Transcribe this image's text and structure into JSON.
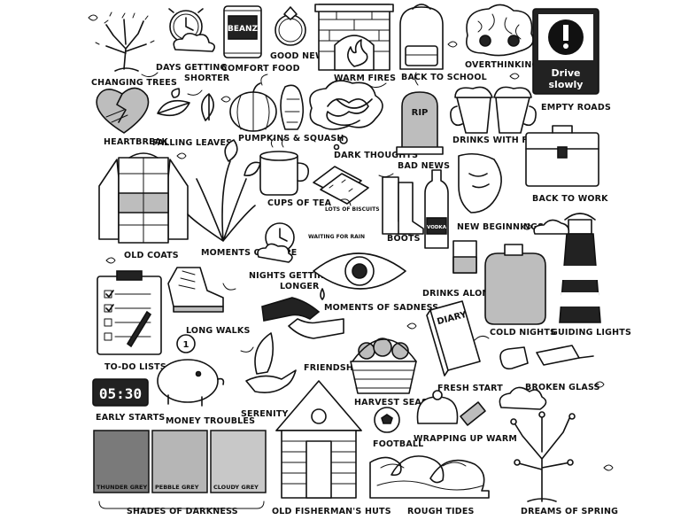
{
  "labels": {
    "changing_trees": "CHANGING TREES",
    "days_shorter_1": "DAYS GETTING",
    "days_shorter_2": "SHORTER",
    "comfort_food": "COMFORT FOOD",
    "good_news": "GOOD NEWS",
    "warm_fires": "WARM FIRES",
    "back_to_school": "BACK TO SCHOOL",
    "overthinking": "OVERTHINKING",
    "empty_roads": "EMPTY ROADS",
    "heartbreak": "HEARTBREAK",
    "falling_leaves": "FALLING LEAVES",
    "pumpkins": "PUMPKINS & SQUASH",
    "dark_thoughts": "DARK THOUGHTS",
    "bad_news": "BAD NEWS",
    "drinks_friends": "DRINKS WITH FRIENDS",
    "back_to_work": "BACK TO WORK",
    "cups_of_tea": "CUPS OF TEA",
    "lots_of_biscuits": "LOTS OF BISCUITS",
    "old_coats": "OLD COATS",
    "moments_of_hope": "MOMENTS OF HOPE",
    "waiting_for_rain": "WAITING FOR RAIN",
    "boots": "BOOTS",
    "new_beginnings": "NEW BEGINNINGS",
    "nights_longer_1": "NIGHTS GETTING",
    "nights_longer_2": "LONGER",
    "moments_of_sadness": "MOMENTS OF SADNESS",
    "drinks_alone": "DRINKS ALONE",
    "long_walks": "LONG WALKS",
    "cold_nights": "COLD NIGHTS",
    "guiding_lights": "GUIDING LIGHTS",
    "todo_lists": "TO-DO LISTS",
    "friendship": "FRIENDSHIP",
    "fresh_start": "FRESH START",
    "broken_glass": "BROKEN GLASS",
    "early_starts": "EARLY STARTS",
    "money_troubles": "MONEY TROUBLES",
    "serenity": "SERENITY",
    "harvest_season": "HARVEST SEASON",
    "wrapping_up_warm": "WRAPPING UP WARM",
    "football": "FOOTBALL",
    "shades_of_darkness": "SHADES OF DARKNESS",
    "old_fishermans_huts": "OLD FISHERMAN'S HUTS",
    "rough_tides": "ROUGH TIDES",
    "dreams_of_spring": "DREAMS OF SPRING"
  },
  "item_text": {
    "beanz": "BEANZ",
    "drive_1": "Drive",
    "drive_2": "slowly",
    "rip": "RIP",
    "vodka": "VODKA",
    "diary": "DIARY",
    "clock": "05:30",
    "coin": "1"
  },
  "swatches": [
    {
      "name": "THUNDER GREY",
      "color": "#7a7a7a"
    },
    {
      "name": "PEBBLE GREY",
      "color": "#b6b6b6"
    },
    {
      "name": "CLOUDY GREY",
      "color": "#c8c8c8"
    }
  ],
  "colors": {
    "ink": "#111111",
    "paper": "#ffffff"
  }
}
